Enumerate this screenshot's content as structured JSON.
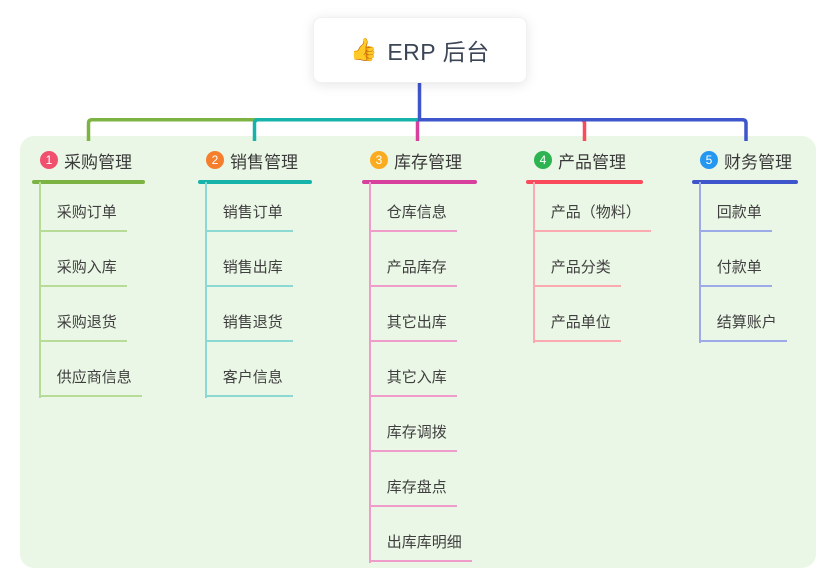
{
  "root_node": {
    "icon": "👍",
    "label": "ERP 后台"
  },
  "panel": {
    "background": "#ebf7e6"
  },
  "branches": [
    {
      "number": "1",
      "label": "采购管理",
      "badge_color": "#f0506e",
      "line_color": "#7db343",
      "child_line_color": "#b6dc97",
      "children": [
        "采购订单",
        "采购入库",
        "采购退货",
        "供应商信息"
      ]
    },
    {
      "number": "2",
      "label": "销售管理",
      "badge_color": "#f57f2d",
      "line_color": "#16b3ab",
      "child_line_color": "#8bd9d2",
      "children": [
        "销售订单",
        "销售出库",
        "销售退货",
        "客户信息"
      ]
    },
    {
      "number": "3",
      "label": "库存管理",
      "badge_color": "#fbab1f",
      "line_color": "#d8409e",
      "child_line_color": "#f09ccb",
      "children": [
        "仓库信息",
        "产品库存",
        "其它出库",
        "其它入库",
        "库存调拨",
        "库存盘点",
        "出库库明细"
      ]
    },
    {
      "number": "4",
      "label": "产品管理",
      "badge_color": "#2db34f",
      "line_color": "#f94b5c",
      "child_line_color": "#fcaab2",
      "children": [
        "产品（物料）",
        "产品分类",
        "产品单位"
      ]
    },
    {
      "number": "5",
      "label": "财务管理",
      "badge_color": "#2497f0",
      "line_color": "#3e55cb",
      "child_line_color": "#9cabe8",
      "children": [
        "回款单",
        "付款单",
        "结算账户"
      ]
    }
  ]
}
